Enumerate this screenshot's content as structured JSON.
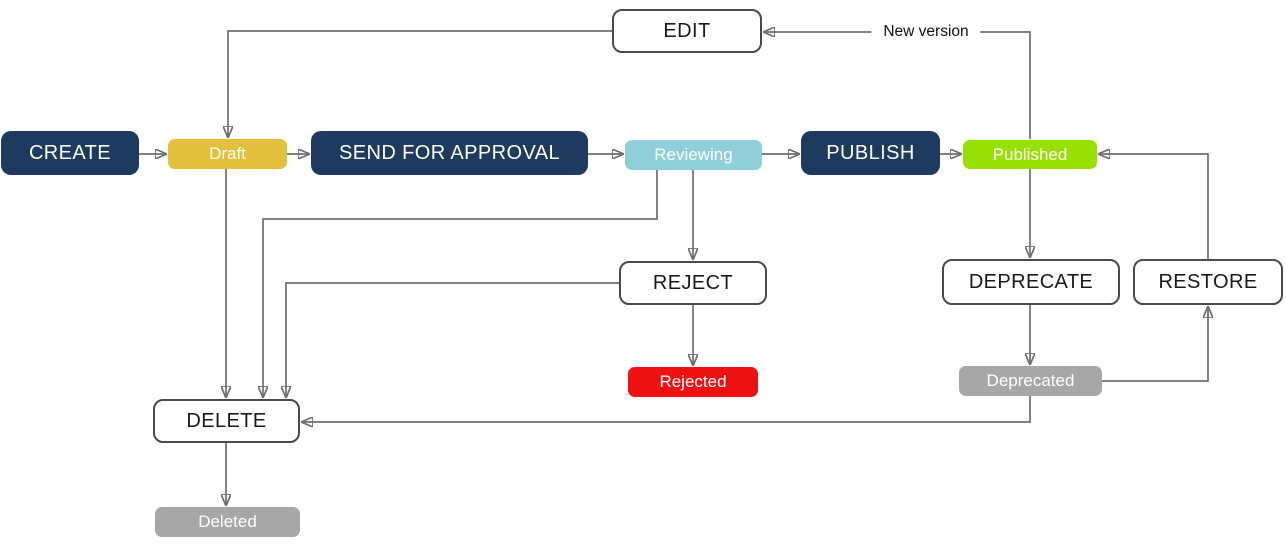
{
  "diagram": {
    "description": "Content publication lifecycle state diagram",
    "nodes": {
      "create": {
        "label": "CREATE",
        "kind": "action",
        "fill": "#1e3a5f",
        "text_color": "#ffffff"
      },
      "draft": {
        "label": "Draft",
        "kind": "state",
        "fill": "#e3c03c",
        "text_color": "#ffffff"
      },
      "send_for_approval": {
        "label": "SEND FOR APPROVAL",
        "kind": "action",
        "fill": "#1e3a5f",
        "text_color": "#ffffff"
      },
      "reviewing": {
        "label": "Reviewing",
        "kind": "state",
        "fill": "#8fcfd9",
        "text_color": "#ffffff"
      },
      "publish": {
        "label": "PUBLISH",
        "kind": "action",
        "fill": "#1e3a5f",
        "text_color": "#ffffff"
      },
      "published": {
        "label": "Published",
        "kind": "state",
        "fill": "#97e001",
        "text_color": "#ffffff"
      },
      "edit": {
        "label": "EDIT",
        "kind": "action",
        "fill": "#ffffff",
        "text_color": "#1a1a1a"
      },
      "reject": {
        "label": "REJECT",
        "kind": "action",
        "fill": "#ffffff",
        "text_color": "#1a1a1a"
      },
      "rejected": {
        "label": "Rejected",
        "kind": "state",
        "fill": "#ee1111",
        "text_color": "#ffffff"
      },
      "deprecate": {
        "label": "DEPRECATE",
        "kind": "action",
        "fill": "#ffffff",
        "text_color": "#1a1a1a"
      },
      "restore": {
        "label": "RESTORE",
        "kind": "action",
        "fill": "#ffffff",
        "text_color": "#1a1a1a"
      },
      "deprecated": {
        "label": "Deprecated",
        "kind": "state",
        "fill": "#a7a7a7",
        "text_color": "#ffffff"
      },
      "delete": {
        "label": "DELETE",
        "kind": "action",
        "fill": "#ffffff",
        "text_color": "#1a1a1a"
      },
      "deleted": {
        "label": "Deleted",
        "kind": "state",
        "fill": "#a7a7a7",
        "text_color": "#ffffff"
      }
    },
    "edges": [
      {
        "from": "CREATE",
        "to": "Draft"
      },
      {
        "from": "Draft",
        "to": "SEND FOR APPROVAL"
      },
      {
        "from": "SEND FOR APPROVAL",
        "to": "Reviewing"
      },
      {
        "from": "Reviewing",
        "to": "PUBLISH"
      },
      {
        "from": "PUBLISH",
        "to": "Published"
      },
      {
        "from": "Published",
        "to": "EDIT",
        "label": "New version"
      },
      {
        "from": "EDIT",
        "to": "Draft"
      },
      {
        "from": "Draft",
        "to": "DELETE"
      },
      {
        "from": "Reviewing",
        "to": "DELETE"
      },
      {
        "from": "Reviewing",
        "to": "REJECT"
      },
      {
        "from": "REJECT",
        "to": "DELETE"
      },
      {
        "from": "REJECT",
        "to": "Rejected"
      },
      {
        "from": "Published",
        "to": "DEPRECATE"
      },
      {
        "from": "DEPRECATE",
        "to": "Deprecated"
      },
      {
        "from": "Deprecated",
        "to": "RESTORE"
      },
      {
        "from": "RESTORE",
        "to": "Published"
      },
      {
        "from": "Deprecated",
        "to": "DELETE"
      },
      {
        "from": "DELETE",
        "to": "Deleted"
      }
    ],
    "colors": {
      "action_primary": "#1e3a5f",
      "state_draft": "#e3c03c",
      "state_reviewing": "#8fcfd9",
      "state_published": "#97e001",
      "state_rejected": "#ee1111",
      "state_neutral": "#a7a7a7",
      "connector_line": "#6e6e6e",
      "outline_border": "#4a4a4a",
      "background": "#ffffff"
    }
  }
}
